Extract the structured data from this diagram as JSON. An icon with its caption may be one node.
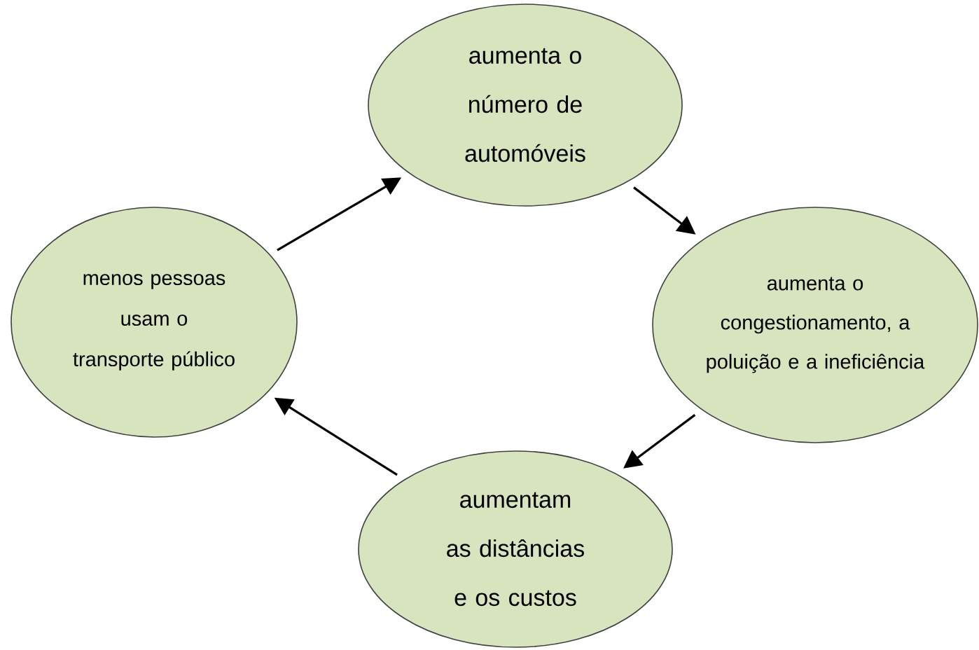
{
  "diagram": {
    "nodes": [
      {
        "text": [
          "aumenta o número de automóveis"
        ]
      },
      {
        "text": [
          "aumenta o congestionamento, a poluição e a ineficiência"
        ]
      },
      {
        "text": [
          "aumentam as distâncias e os custos"
        ]
      },
      {
        "text": [
          "menos pessoas usam o transporte público"
        ]
      }
    ],
    "edges": [
      {
        "from": 0,
        "to": 1,
        "arrow": "to"
      },
      {
        "from": 1,
        "to": 2,
        "arrow": "to"
      },
      {
        "from": 2,
        "to": 3,
        "arrow": "to"
      },
      {
        "from": 3,
        "to": 0,
        "arrow": "to"
      }
    ]
  }
}
